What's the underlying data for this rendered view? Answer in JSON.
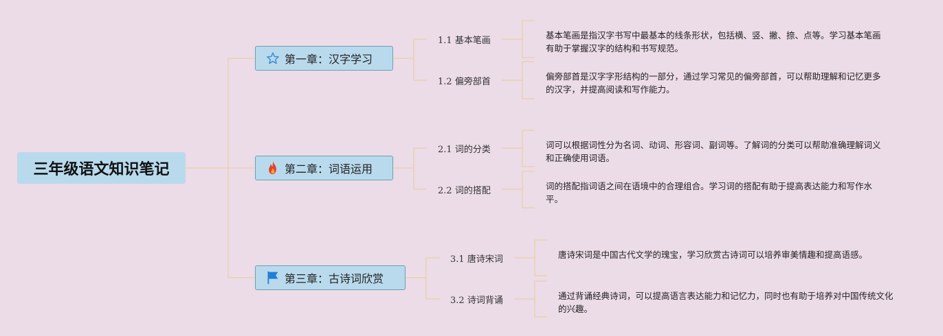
{
  "root": {
    "title": "三年级语文知识笔记"
  },
  "chapters": [
    {
      "title": "第一章：汉字学习",
      "icon": "star-outline-icon",
      "icon_color": "#3a8fd6",
      "sections": [
        {
          "num": "1.1",
          "label": "基本笔画",
          "desc": "基本笔画是指汉字书写中最基本的线条形状，包括横、竖、撇、捺、点等。学习基本笔画有助于掌握汉字的结构和书写规范。"
        },
        {
          "num": "1.2",
          "label": "偏旁部首",
          "desc": "偏旁部首是汉字字形结构的一部分，通过学习常见的偏旁部首，可以帮助理解和记忆更多的汉字，并提高阅读和写作能力。"
        }
      ]
    },
    {
      "title": "第二章：词语运用",
      "icon": "fire-icon",
      "icon_color": "#e5422b",
      "sections": [
        {
          "num": "2.1",
          "label": "词的分类",
          "desc": "词可以根据词性分为名词、动词、形容词、副词等。了解词的分类可以帮助准确理解词义和正确使用词语。"
        },
        {
          "num": "2.2",
          "label": "词的搭配",
          "desc": "词的搭配指词语之间在语境中的合理组合。学习词的搭配有助于提高表达能力和写作水平。"
        }
      ]
    },
    {
      "title": "第三章：古诗词欣赏",
      "icon": "flag-icon",
      "icon_color": "#1f7fd8",
      "sections": [
        {
          "num": "3.1",
          "label": "唐诗宋词",
          "desc": "唐诗宋词是中国古代文学的瑰宝，学习欣赏古诗词可以培养审美情趣和提高语感。"
        },
        {
          "num": "3.2",
          "label": "诗词背诵",
          "desc": "通过背诵经典诗词，可以提高语言表达能力和记忆力，同时也有助于培养对中国传统文化的兴趣。"
        }
      ]
    }
  ]
}
